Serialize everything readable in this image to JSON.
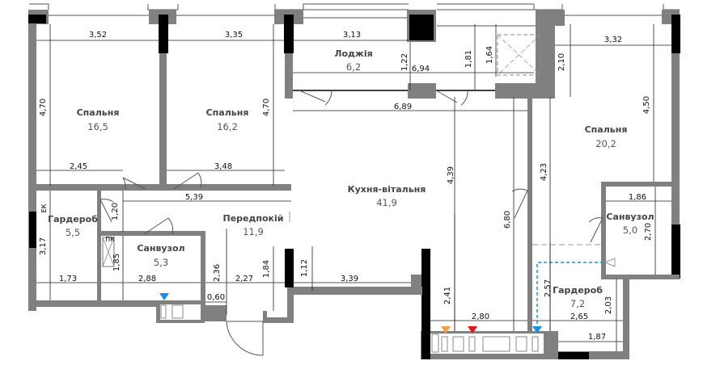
{
  "rooms": [
    {
      "name": "Спальня",
      "area": "16,5"
    },
    {
      "name": "Спальня",
      "area": "16,2"
    },
    {
      "name": "Лоджія",
      "area": "6,2"
    },
    {
      "name": "Кухня-вітальня",
      "area": "41,9"
    },
    {
      "name": "Спальня",
      "area": "20,2"
    },
    {
      "name": "Гардероб",
      "area": "5,5"
    },
    {
      "name": "Передпокій",
      "area": "11,9"
    },
    {
      "name": "Санвузол",
      "area": "5,3"
    },
    {
      "name": "Санвузол",
      "area": "5,0"
    },
    {
      "name": "Гардероб",
      "area": "7,2"
    }
  ],
  "labels": {
    "ek": "ЕК",
    "pk": "ПК"
  },
  "dims": [
    "3,52",
    "3,35",
    "3,13",
    "3,32",
    "4,70",
    "4,70",
    "1,22",
    "6,94",
    "1,81",
    "1,64",
    "2,10",
    "4,50",
    "6,89",
    "2,45",
    "3,48",
    "4,39",
    "4,23",
    "5,39",
    "1,20",
    "6,80",
    "1,86",
    "2,70",
    "3,17",
    "1,85",
    "2,36",
    "1,84",
    "1,12",
    "1,73",
    "2,88",
    "2,27",
    "3,39",
    "0,60",
    "2,41",
    "2,57",
    "2,80",
    "2,65",
    "2,03",
    "1,87"
  ],
  "colors": {
    "wall": "#808080",
    "column": "#000000",
    "marker_blue": "#1a8fe8",
    "marker_orange": "#f0a040",
    "marker_red": "#e8141a"
  }
}
